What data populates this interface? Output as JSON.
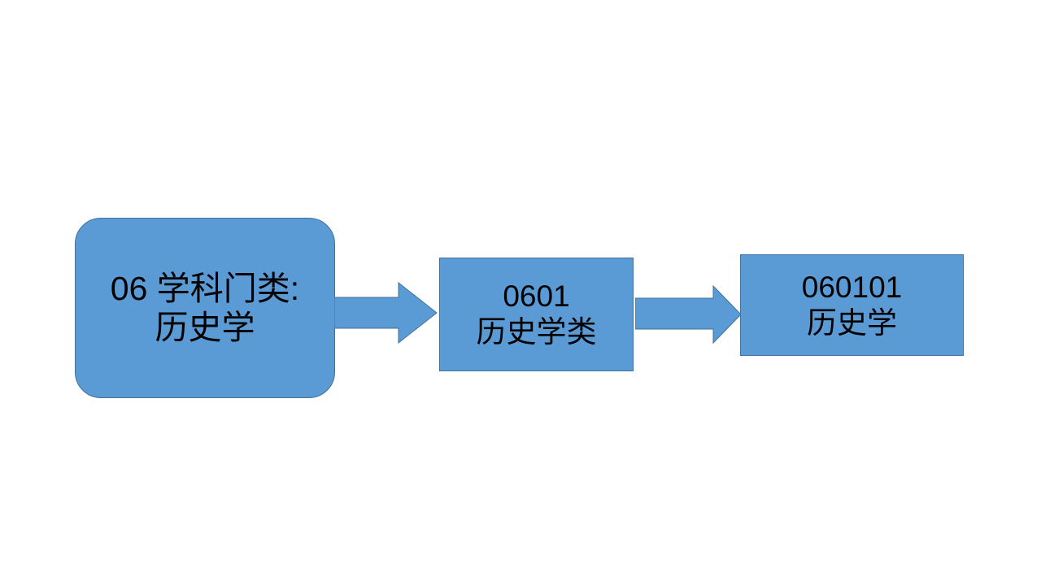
{
  "slide": {
    "background_color": "#FFFFFF",
    "shape_fill_color": "#5B9BD5",
    "shape_border_color": "#41719C",
    "text_color": "#000000"
  },
  "diagram": {
    "type": "flow",
    "direction": "left-to-right",
    "nodes": [
      {
        "id": "category",
        "shape": "rounded-rectangle",
        "line_1": "06 学科门类:",
        "line_2": "历史学"
      },
      {
        "id": "class",
        "shape": "rectangle",
        "line_1": "0601",
        "line_2": "历史学类"
      },
      {
        "id": "major",
        "shape": "rectangle",
        "line_1": "060101",
        "line_2": "历史学"
      }
    ],
    "connectors": [
      {
        "id": "arrow-1",
        "from": "category",
        "to": "class",
        "glyph": "right-arrow"
      },
      {
        "id": "arrow-2",
        "from": "class",
        "to": "major",
        "glyph": "right-arrow"
      }
    ]
  }
}
